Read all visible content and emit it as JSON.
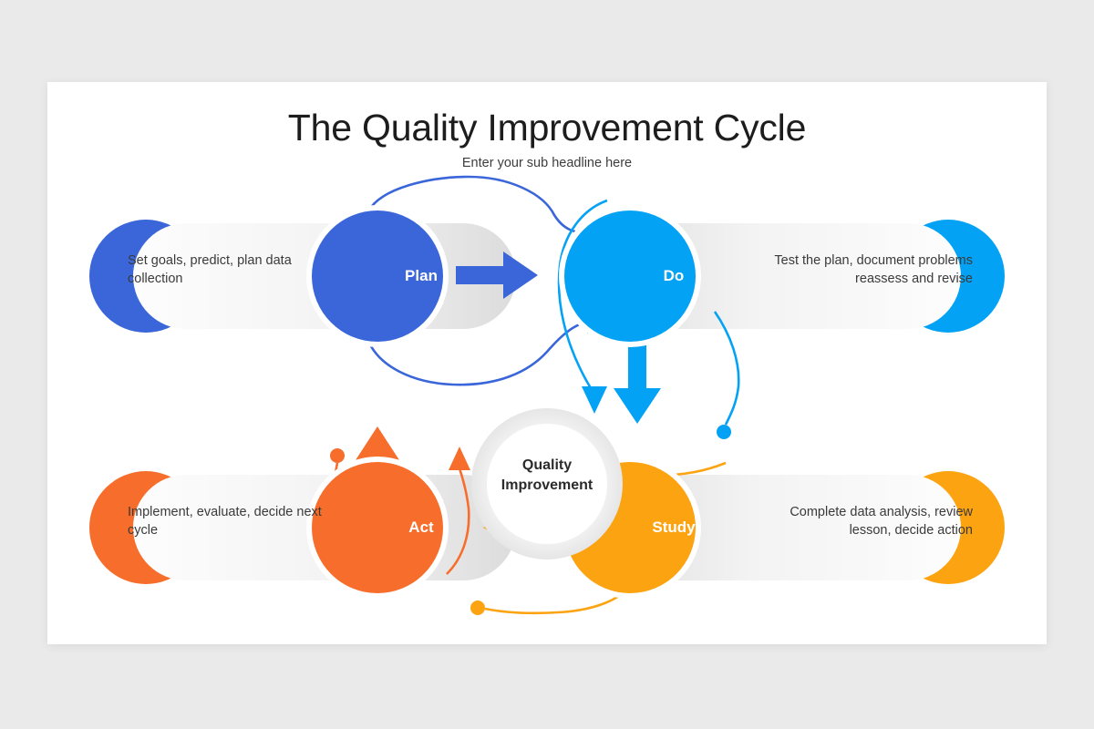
{
  "slide": {
    "title": "The Quality Improvement Cycle",
    "subtitle": "Enter your sub headline here",
    "background_color": "#eaeaea",
    "card_color": "#ffffff"
  },
  "center": {
    "line1": "Quality",
    "line2": "Improvement",
    "ring_color": "#eeeeee",
    "fill_color": "#ffffff"
  },
  "nodes": [
    {
      "key": "plan",
      "label": "Plan",
      "description": "Set goals, predict, plan data collection",
      "color": "#3a66da",
      "position": "top-left",
      "text_align": "left"
    },
    {
      "key": "do",
      "label": "Do",
      "description": "Test the plan, document problems reassess and revise",
      "color": "#03a2f4",
      "position": "top-right",
      "text_align": "right"
    },
    {
      "key": "study",
      "label": "Study",
      "description": "Complete data analysis, review lesson, decide action",
      "color": "#fca311",
      "position": "bottom-right",
      "text_align": "right"
    },
    {
      "key": "act",
      "label": "Act",
      "description": "Implement, evaluate, decide next cycle",
      "color": "#f76d2b",
      "position": "bottom-left",
      "text_align": "left"
    }
  ],
  "flow": [
    {
      "from": "plan",
      "to": "do",
      "direction": "right",
      "color": "#3a66da"
    },
    {
      "from": "do",
      "to": "study",
      "direction": "down",
      "color": "#03a2f4"
    },
    {
      "from": "study",
      "to": "act",
      "direction": "left",
      "color": "#fca311"
    },
    {
      "from": "act",
      "to": "plan",
      "direction": "up",
      "color": "#f76d2b"
    }
  ],
  "pill": {
    "gradient_from": "#fdfdfd",
    "gradient_to": "#dedede"
  }
}
